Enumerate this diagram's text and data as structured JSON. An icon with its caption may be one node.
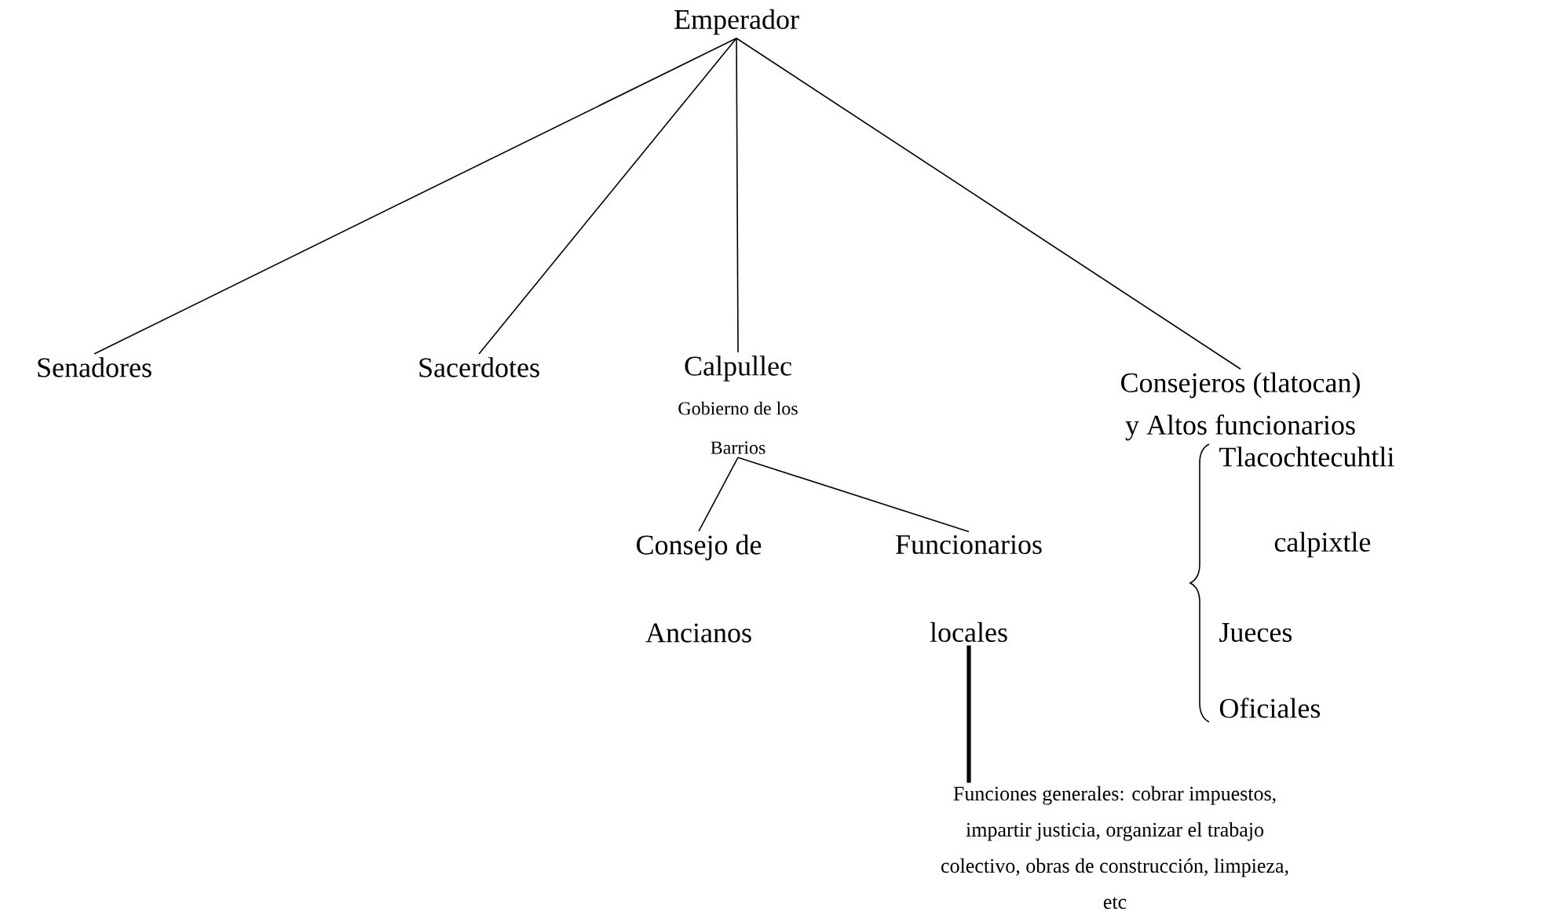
{
  "diagram": {
    "nodes": [
      {
        "text": [
          "Emperador"
        ]
      },
      {
        "text": [
          "Senadores"
        ]
      },
      {
        "text": [
          "Sacerdotes"
        ]
      },
      {
        "text": [
          "Calpullec",
          "Gobierno de los Barrios"
        ]
      },
      {
        "text": [
          "Consejeros (tlatocan) y Altos funcionarios"
        ]
      },
      {
        "text": [
          "Consejo de Ancianos"
        ]
      },
      {
        "text": [
          "Funcionarios locales"
        ]
      },
      {
        "text": [
          "Funciones generales: cobrar impuestos, impartir justicia, organizar el trabajo colectivo, obras de construcción, limpieza, etc"
        ]
      }
    ],
    "edges": [
      {
        "from": 0,
        "to": 1,
        "arrow": "none"
      },
      {
        "from": 0,
        "to": 2,
        "arrow": "none"
      },
      {
        "from": 0,
        "to": 3,
        "arrow": "none"
      },
      {
        "from": 0,
        "to": 4,
        "arrow": "none"
      },
      {
        "from": 3,
        "to": 5,
        "arrow": "none"
      },
      {
        "from": 3,
        "to": 6,
        "arrow": "none"
      },
      {
        "from": 6,
        "to": 7,
        "arrow": "none",
        "style": "thick"
      }
    ],
    "labels": [
      "Tlacochtecuhtli",
      "calpixtle",
      "Jueces",
      "Oficiales"
    ]
  }
}
